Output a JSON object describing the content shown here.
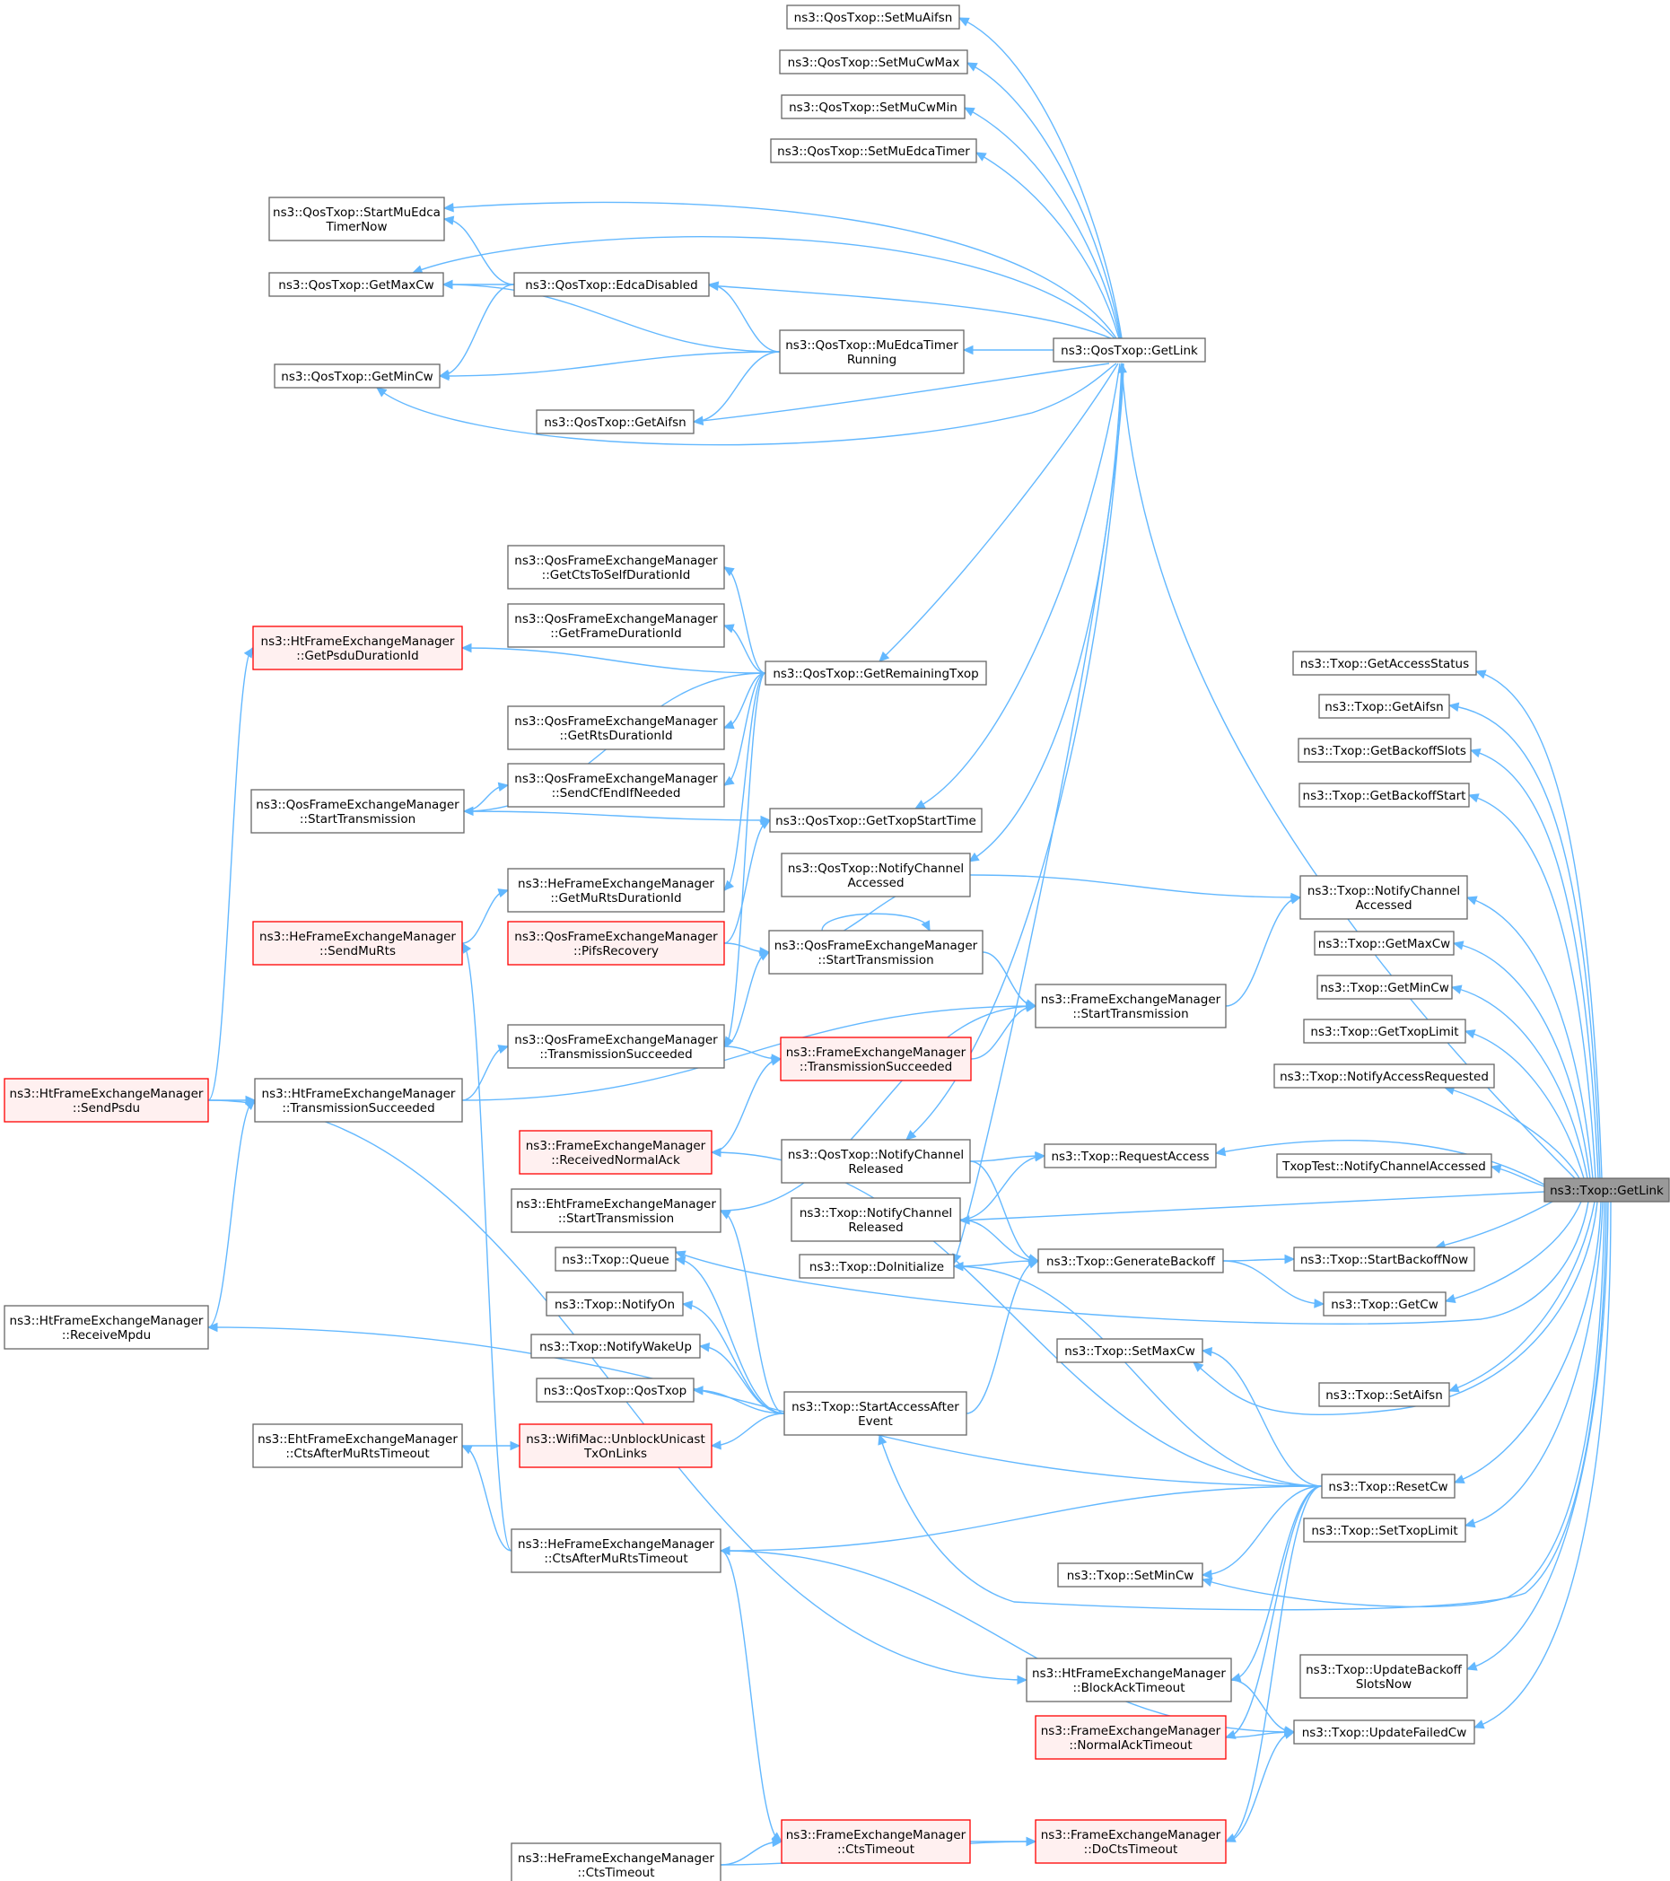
{
  "graph": {
    "root": "ns3::Txop::GetLink",
    "colors": {
      "edge": "#63b8ff",
      "node_border": "#666666",
      "root_fill": "#999999",
      "highlight_border": "#ff0000",
      "highlight_fill": "#fff0f0"
    },
    "nodes": [
      {
        "id": "n0",
        "lines": [
          "ns3::Txop::GetLink"
        ],
        "style": "root"
      },
      {
        "id": "n1",
        "lines": [
          "ns3::QosTxop::SetMuAifsn"
        ]
      },
      {
        "id": "n2",
        "lines": [
          "ns3::QosTxop::SetMuCwMax"
        ]
      },
      {
        "id": "n3",
        "lines": [
          "ns3::QosTxop::SetMuCwMin"
        ]
      },
      {
        "id": "n4",
        "lines": [
          "ns3::QosTxop::SetMuEdcaTimer"
        ]
      },
      {
        "id": "n5",
        "lines": [
          "ns3::QosTxop::StartMuEdca",
          "TimerNow"
        ]
      },
      {
        "id": "n6",
        "lines": [
          "ns3::QosTxop::GetMaxCw"
        ]
      },
      {
        "id": "n7",
        "lines": [
          "ns3::QosTxop::EdcaDisabled"
        ]
      },
      {
        "id": "n8",
        "lines": [
          "ns3::QosTxop::MuEdcaTimer",
          "Running"
        ]
      },
      {
        "id": "n9",
        "lines": [
          "ns3::QosTxop::GetLink"
        ]
      },
      {
        "id": "n10",
        "lines": [
          "ns3::QosTxop::GetMinCw"
        ]
      },
      {
        "id": "n11",
        "lines": [
          "ns3::QosTxop::GetAifsn"
        ]
      },
      {
        "id": "n12",
        "lines": [
          "ns3::QosFrameExchangeManager",
          "::GetCtsToSelfDurationId"
        ]
      },
      {
        "id": "n13",
        "lines": [
          "ns3::QosFrameExchangeManager",
          "::GetFrameDurationId"
        ]
      },
      {
        "id": "n14",
        "lines": [
          "ns3::HtFrameExchangeManager",
          "::GetPsduDurationId"
        ],
        "style": "red"
      },
      {
        "id": "n15",
        "lines": [
          "ns3::QosTxop::GetRemainingTxop"
        ]
      },
      {
        "id": "n16",
        "lines": [
          "ns3::QosFrameExchangeManager",
          "::GetRtsDurationId"
        ]
      },
      {
        "id": "n17",
        "lines": [
          "ns3::QosFrameExchangeManager",
          "::SendCfEndIfNeeded"
        ]
      },
      {
        "id": "n18",
        "lines": [
          "ns3::QosFrameExchangeManager",
          "::StartTransmission"
        ]
      },
      {
        "id": "n19",
        "lines": [
          "ns3::QosTxop::GetTxopStartTime"
        ]
      },
      {
        "id": "n20",
        "lines": [
          "ns3::QosTxop::NotifyChannel",
          "Accessed"
        ]
      },
      {
        "id": "n21",
        "lines": [
          "ns3::HeFrameExchangeManager",
          "::GetMuRtsDurationId"
        ]
      },
      {
        "id": "n22",
        "lines": [
          "ns3::HeFrameExchangeManager",
          "::SendMuRts"
        ],
        "style": "red"
      },
      {
        "id": "n23",
        "lines": [
          "ns3::QosFrameExchangeManager",
          "::PifsRecovery"
        ],
        "style": "red"
      },
      {
        "id": "n24",
        "lines": [
          "ns3::QosFrameExchangeManager",
          "::StartTransmission"
        ]
      },
      {
        "id": "n25",
        "lines": [
          "ns3::FrameExchangeManager",
          "::StartTransmission"
        ]
      },
      {
        "id": "n26",
        "lines": [
          "ns3::QosFrameExchangeManager",
          "::TransmissionSucceeded"
        ]
      },
      {
        "id": "n27",
        "lines": [
          "ns3::FrameExchangeManager",
          "::TransmissionSucceeded"
        ],
        "style": "red"
      },
      {
        "id": "n28",
        "lines": [
          "ns3::HtFrameExchangeManager",
          "::SendPsdu"
        ],
        "style": "red"
      },
      {
        "id": "n29",
        "lines": [
          "ns3::HtFrameExchangeManager",
          "::TransmissionSucceeded"
        ]
      },
      {
        "id": "n30",
        "lines": [
          "ns3::FrameExchangeManager",
          "::ReceivedNormalAck"
        ],
        "style": "red"
      },
      {
        "id": "n31",
        "lines": [
          "ns3::QosTxop::NotifyChannel",
          "Released"
        ]
      },
      {
        "id": "n32",
        "lines": [
          "ns3::Txop::RequestAccess"
        ]
      },
      {
        "id": "n33",
        "lines": [
          "ns3::EhtFrameExchangeManager",
          "::StartTransmission"
        ]
      },
      {
        "id": "n34",
        "lines": [
          "ns3::Txop::NotifyChannel",
          "Released"
        ]
      },
      {
        "id": "n35",
        "lines": [
          "ns3::Txop::DoInitialize"
        ]
      },
      {
        "id": "n36",
        "lines": [
          "ns3::Txop::GenerateBackoff"
        ]
      },
      {
        "id": "n37",
        "lines": [
          "ns3::Txop::Queue"
        ]
      },
      {
        "id": "n38",
        "lines": [
          "ns3::Txop::NotifyOn"
        ]
      },
      {
        "id": "n39",
        "lines": [
          "ns3::HtFrameExchangeManager",
          "::ReceiveMpdu"
        ]
      },
      {
        "id": "n40",
        "lines": [
          "ns3::Txop::NotifyWakeUp"
        ]
      },
      {
        "id": "n41",
        "lines": [
          "ns3::QosTxop::QosTxop"
        ]
      },
      {
        "id": "n42",
        "lines": [
          "ns3::Txop::StartAccessAfter",
          "Event"
        ]
      },
      {
        "id": "n43",
        "lines": [
          "ns3::EhtFrameExchangeManager",
          "::CtsAfterMuRtsTimeout"
        ]
      },
      {
        "id": "n44",
        "lines": [
          "ns3::WifiMac::UnblockUnicast",
          "TxOnLinks"
        ],
        "style": "red"
      },
      {
        "id": "n45",
        "lines": [
          "ns3::HeFrameExchangeManager",
          "::CtsAfterMuRtsTimeout"
        ]
      },
      {
        "id": "n46",
        "lines": [
          "ns3::Txop::SetMaxCw"
        ]
      },
      {
        "id": "n47",
        "lines": [
          "ns3::Txop::ResetCw"
        ]
      },
      {
        "id": "n48",
        "lines": [
          "ns3::Txop::SetMinCw"
        ]
      },
      {
        "id": "n49",
        "lines": [
          "ns3::HtFrameExchangeManager",
          "::BlockAckTimeout"
        ]
      },
      {
        "id": "n50",
        "lines": [
          "ns3::FrameExchangeManager",
          "::NormalAckTimeout"
        ],
        "style": "red"
      },
      {
        "id": "n51",
        "lines": [
          "ns3::FrameExchangeManager",
          "::CtsTimeout"
        ],
        "style": "red"
      },
      {
        "id": "n52",
        "lines": [
          "ns3::FrameExchangeManager",
          "::DoCtsTimeout"
        ],
        "style": "red"
      },
      {
        "id": "n53",
        "lines": [
          "ns3::HeFrameExchangeManager",
          "::CtsTimeout"
        ]
      },
      {
        "id": "n54",
        "lines": [
          "ns3::Txop::GetAccessStatus"
        ]
      },
      {
        "id": "n55",
        "lines": [
          "ns3::Txop::GetAifsn"
        ]
      },
      {
        "id": "n56",
        "lines": [
          "ns3::Txop::GetBackoffSlots"
        ]
      },
      {
        "id": "n57",
        "lines": [
          "ns3::Txop::GetBackoffStart"
        ]
      },
      {
        "id": "n58",
        "lines": [
          "ns3::Txop::NotifyChannel",
          "Accessed"
        ]
      },
      {
        "id": "n59",
        "lines": [
          "ns3::Txop::GetMaxCw"
        ]
      },
      {
        "id": "n60",
        "lines": [
          "ns3::Txop::GetMinCw"
        ]
      },
      {
        "id": "n61",
        "lines": [
          "ns3::Txop::GetTxopLimit"
        ]
      },
      {
        "id": "n62",
        "lines": [
          "ns3::Txop::NotifyAccessRequested"
        ]
      },
      {
        "id": "n63",
        "lines": [
          "TxopTest::NotifyChannelAccessed"
        ]
      },
      {
        "id": "n64",
        "lines": [
          "ns3::Txop::StartBackoffNow"
        ]
      },
      {
        "id": "n65",
        "lines": [
          "ns3::Txop::GetCw"
        ]
      },
      {
        "id": "n66",
        "lines": [
          "ns3::Txop::SetAifsn"
        ]
      },
      {
        "id": "n67",
        "lines": [
          "ns3::Txop::SetTxopLimit"
        ]
      },
      {
        "id": "n68",
        "lines": [
          "ns3::Txop::UpdateBackoff",
          "SlotsNow"
        ]
      },
      {
        "id": "n69",
        "lines": [
          "ns3::Txop::UpdateFailedCw"
        ]
      }
    ],
    "edges": [
      [
        "n54",
        "n0"
      ],
      [
        "n55",
        "n0"
      ],
      [
        "n56",
        "n0"
      ],
      [
        "n57",
        "n0"
      ],
      [
        "n58",
        "n0"
      ],
      [
        "n59",
        "n0"
      ],
      [
        "n60",
        "n0"
      ],
      [
        "n61",
        "n0"
      ],
      [
        "n62",
        "n0"
      ],
      [
        "n32",
        "n0"
      ],
      [
        "n63",
        "n0"
      ],
      [
        "n34",
        "n0"
      ],
      [
        "n64",
        "n0"
      ],
      [
        "n65",
        "n0"
      ],
      [
        "n37",
        "n0"
      ],
      [
        "n66",
        "n0"
      ],
      [
        "n46",
        "n0"
      ],
      [
        "n47",
        "n0"
      ],
      [
        "n67",
        "n0"
      ],
      [
        "n48",
        "n0"
      ],
      [
        "n42",
        "n0"
      ],
      [
        "n68",
        "n0"
      ],
      [
        "n69",
        "n0"
      ],
      [
        "n9",
        "n0"
      ],
      [
        "n1",
        "n9"
      ],
      [
        "n2",
        "n9"
      ],
      [
        "n3",
        "n9"
      ],
      [
        "n4",
        "n9"
      ],
      [
        "n5",
        "n9"
      ],
      [
        "n6",
        "n9"
      ],
      [
        "n7",
        "n9"
      ],
      [
        "n8",
        "n9"
      ],
      [
        "n10",
        "n9"
      ],
      [
        "n11",
        "n9"
      ],
      [
        "n15",
        "n9"
      ],
      [
        "n19",
        "n9"
      ],
      [
        "n20",
        "n9"
      ],
      [
        "n31",
        "n9"
      ],
      [
        "n35",
        "n9"
      ],
      [
        "n5",
        "n7"
      ],
      [
        "n6",
        "n7"
      ],
      [
        "n10",
        "n7"
      ],
      [
        "n7",
        "n8"
      ],
      [
        "n6",
        "n8"
      ],
      [
        "n10",
        "n8"
      ],
      [
        "n11",
        "n8"
      ],
      [
        "n12",
        "n15"
      ],
      [
        "n13",
        "n15"
      ],
      [
        "n14",
        "n15"
      ],
      [
        "n16",
        "n15"
      ],
      [
        "n17",
        "n15"
      ],
      [
        "n18",
        "n15"
      ],
      [
        "n21",
        "n15"
      ],
      [
        "n26",
        "n15"
      ],
      [
        "n17",
        "n18"
      ],
      [
        "n19",
        "n18"
      ],
      [
        "n19",
        "n23"
      ],
      [
        "n21",
        "n22"
      ],
      [
        "n20",
        "n24"
      ],
      [
        "n24",
        "n23"
      ],
      [
        "n24",
        "n26"
      ],
      [
        "n24",
        "n24"
      ],
      [
        "n58",
        "n20"
      ],
      [
        "n58",
        "n25"
      ],
      [
        "n25",
        "n24"
      ],
      [
        "n25",
        "n27"
      ],
      [
        "n25",
        "n29"
      ],
      [
        "n25",
        "n33"
      ],
      [
        "n27",
        "n26"
      ],
      [
        "n27",
        "n30"
      ],
      [
        "n26",
        "n29"
      ],
      [
        "n29",
        "n28"
      ],
      [
        "n29",
        "n39"
      ],
      [
        "n14",
        "n28"
      ],
      [
        "n32",
        "n31"
      ],
      [
        "n32",
        "n34"
      ],
      [
        "n36",
        "n34"
      ],
      [
        "n36",
        "n35"
      ],
      [
        "n36",
        "n31"
      ],
      [
        "n36",
        "n42"
      ],
      [
        "n64",
        "n36"
      ],
      [
        "n65",
        "n36"
      ],
      [
        "n37",
        "n42"
      ],
      [
        "n38",
        "n42"
      ],
      [
        "n40",
        "n42"
      ],
      [
        "n41",
        "n42"
      ],
      [
        "n44",
        "n42"
      ],
      [
        "n33",
        "n42"
      ],
      [
        "n44",
        "n43"
      ],
      [
        "n43",
        "n45"
      ],
      [
        "n22",
        "n45"
      ],
      [
        "n46",
        "n47"
      ],
      [
        "n48",
        "n47"
      ],
      [
        "n49",
        "n47"
      ],
      [
        "n50",
        "n47"
      ],
      [
        "n52",
        "n47"
      ],
      [
        "n35",
        "n47"
      ],
      [
        "n45",
        "n47"
      ],
      [
        "n39",
        "n47"
      ],
      [
        "n30",
        "n47"
      ],
      [
        "n69",
        "n45"
      ],
      [
        "n69",
        "n49"
      ],
      [
        "n69",
        "n50"
      ],
      [
        "n69",
        "n52"
      ],
      [
        "n52",
        "n51"
      ],
      [
        "n52",
        "n53"
      ],
      [
        "n51",
        "n53"
      ],
      [
        "n51",
        "n45"
      ],
      [
        "n49",
        "n28"
      ]
    ]
  }
}
